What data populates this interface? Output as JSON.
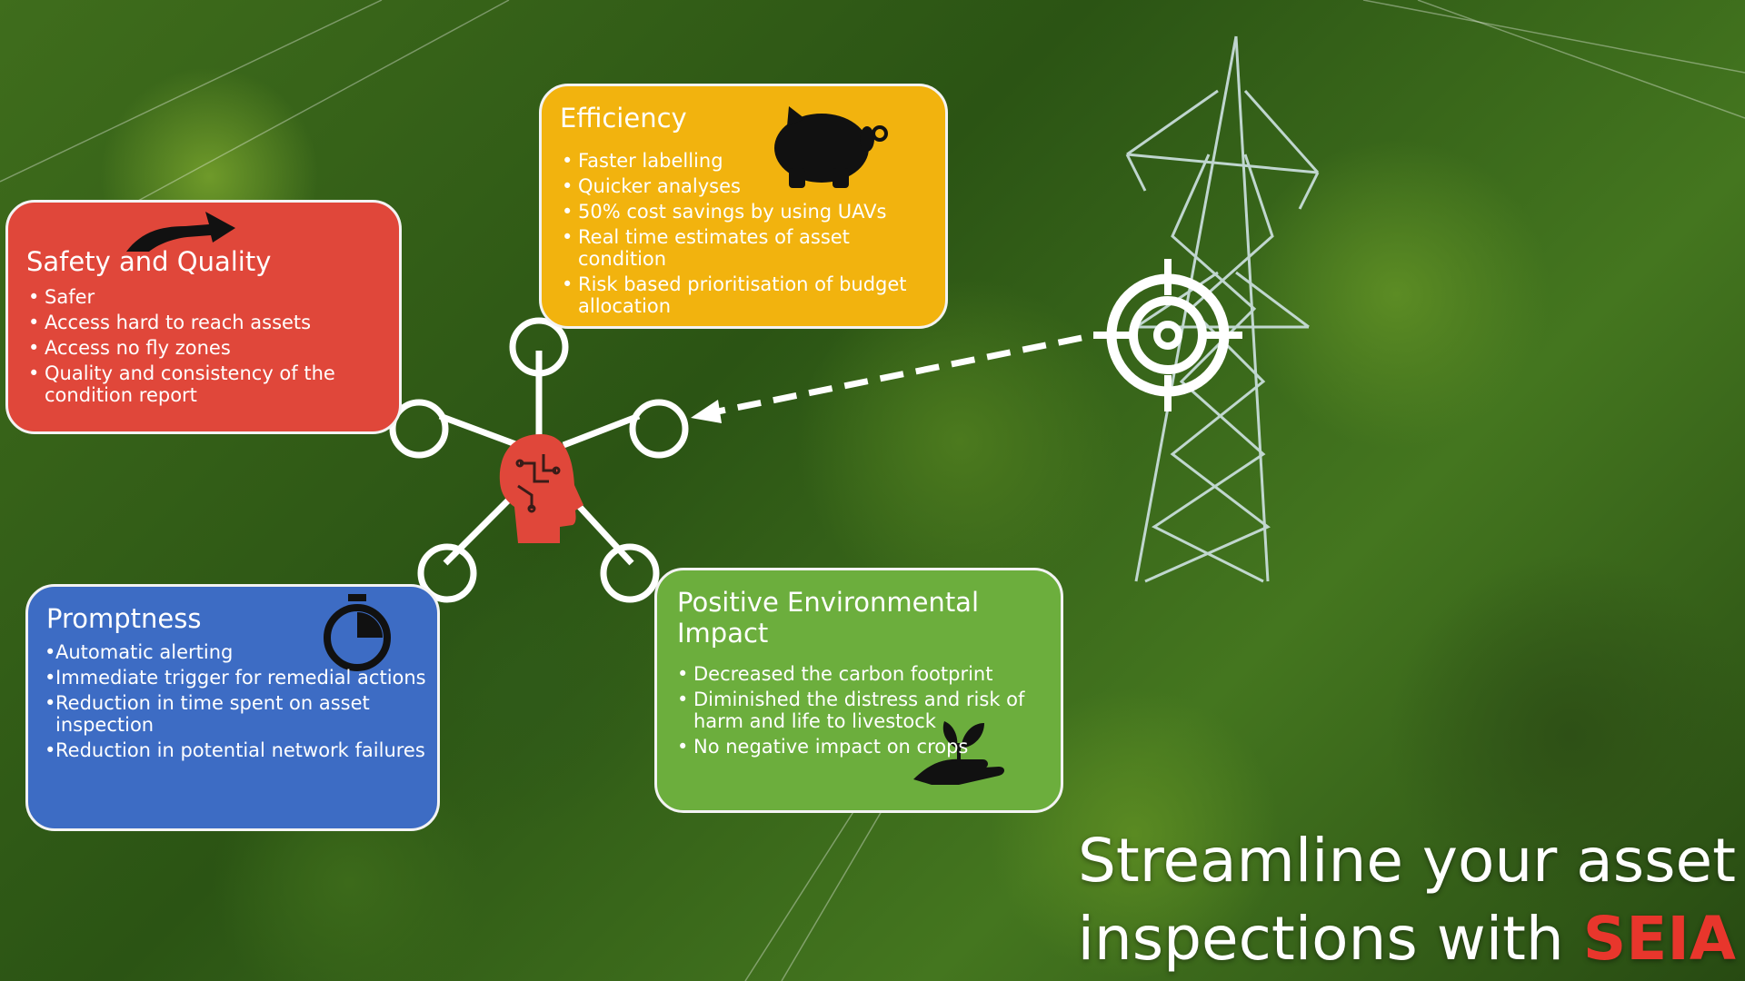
{
  "cards": {
    "safety": {
      "title": "Safety and Quality",
      "items": [
        "Safer",
        "Access hard to reach assets",
        "Access no fly zones",
        "Quality and consistency of the condition report"
      ],
      "icon": "hand-icon",
      "color": "#e0473a"
    },
    "efficiency": {
      "title": "Efficiency",
      "items": [
        "Faster labelling",
        "Quicker analyses",
        "50% cost savings by using UAVs",
        "Real time estimates of asset condition",
        "Risk based prioritisation of budget allocation"
      ],
      "icon": "piggy-bank-icon",
      "color": "#f2b30e"
    },
    "promptness": {
      "title": "Promptness",
      "items": [
        "Automatic alerting",
        "Immediate trigger for remedial actions",
        "Reduction in time spent on asset inspection",
        "Reduction in potential network failures"
      ],
      "icon": "stopwatch-icon",
      "color": "#3d6cc4"
    },
    "environment": {
      "title": "Positive Environmental Impact",
      "items": [
        "Decreased the carbon footprint",
        "Diminished the distress and risk of harm and life to livestock",
        "No negative impact on crops"
      ],
      "icon": "plant-in-hand-icon",
      "color": "#6cae3d"
    }
  },
  "hub": {
    "icon": "ai-head-icon",
    "color": "#e0473a"
  },
  "target": {
    "icon": "crosshair-target-icon"
  },
  "tagline": {
    "line1": "Streamline your asset",
    "line2": "inspections with",
    "brand": "SEIA",
    "brand_color": "#e8362c"
  }
}
